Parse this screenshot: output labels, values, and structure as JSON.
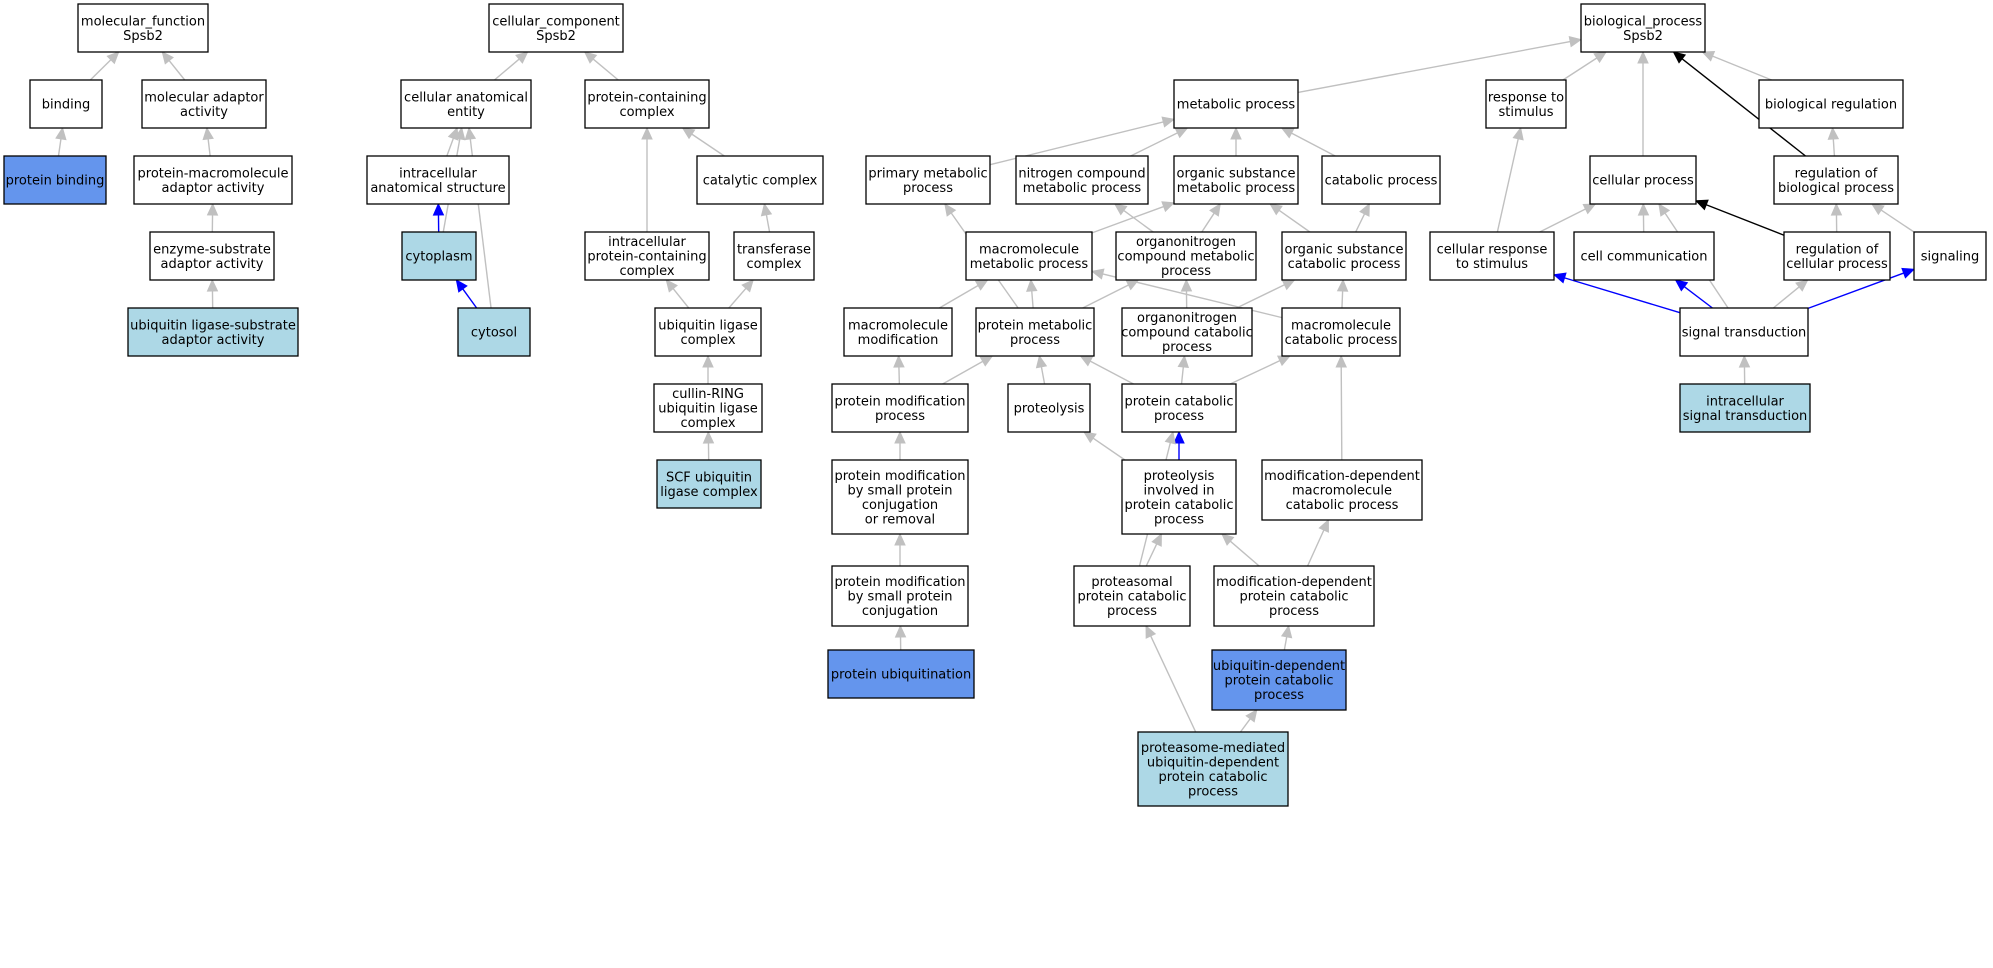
{
  "colors": {
    "default_fill": "#ffffff",
    "light_fill": "#add8e6",
    "dark_fill": "#6495ed",
    "edge_gray": "#c0c0c0",
    "edge_blue": "#0000ff",
    "edge_black": "#000000"
  },
  "nodes": [
    {
      "id": "mf",
      "lines": [
        "molecular_function",
        "Spsb2"
      ],
      "fill": "default"
    },
    {
      "id": "binding",
      "lines": [
        "binding"
      ],
      "fill": "default"
    },
    {
      "id": "mol_adaptor",
      "lines": [
        "molecular adaptor",
        "activity"
      ],
      "fill": "default"
    },
    {
      "id": "protein_binding",
      "lines": [
        "protein binding"
      ],
      "fill": "dark"
    },
    {
      "id": "pm_adaptor",
      "lines": [
        "protein-macromolecule",
        "adaptor activity"
      ],
      "fill": "default"
    },
    {
      "id": "es_adaptor",
      "lines": [
        "enzyme-substrate",
        "adaptor activity"
      ],
      "fill": "default"
    },
    {
      "id": "ul_sub_adaptor",
      "lines": [
        "ubiquitin ligase-substrate",
        "adaptor activity"
      ],
      "fill": "light"
    },
    {
      "id": "cc",
      "lines": [
        "cellular_component",
        "Spsb2"
      ],
      "fill": "default"
    },
    {
      "id": "cae",
      "lines": [
        "cellular anatomical",
        "entity"
      ],
      "fill": "default"
    },
    {
      "id": "pcc",
      "lines": [
        "protein-containing",
        "complex"
      ],
      "fill": "default"
    },
    {
      "id": "ias",
      "lines": [
        "intracellular",
        "anatomical structure"
      ],
      "fill": "default"
    },
    {
      "id": "cytoplasm",
      "lines": [
        "cytoplasm"
      ],
      "fill": "light"
    },
    {
      "id": "cytosol",
      "lines": [
        "cytosol"
      ],
      "fill": "light"
    },
    {
      "id": "catalytic",
      "lines": [
        "catalytic complex"
      ],
      "fill": "default"
    },
    {
      "id": "ipcc",
      "lines": [
        "intracellular",
        "protein-containing",
        "complex"
      ],
      "fill": "default"
    },
    {
      "id": "transferase",
      "lines": [
        "transferase",
        "complex"
      ],
      "fill": "default"
    },
    {
      "id": "ulc",
      "lines": [
        "ubiquitin ligase",
        "complex"
      ],
      "fill": "default"
    },
    {
      "id": "crl",
      "lines": [
        "cullin-RING",
        "ubiquitin ligase",
        "complex"
      ],
      "fill": "default"
    },
    {
      "id": "scf",
      "lines": [
        "SCF ubiquitin",
        "ligase complex"
      ],
      "fill": "light"
    },
    {
      "id": "bp",
      "lines": [
        "biological_process",
        "Spsb2"
      ],
      "fill": "default"
    },
    {
      "id": "metabolic",
      "lines": [
        "metabolic process"
      ],
      "fill": "default"
    },
    {
      "id": "resp_stim",
      "lines": [
        "response to",
        "stimulus"
      ],
      "fill": "default"
    },
    {
      "id": "bio_reg",
      "lines": [
        "biological regulation"
      ],
      "fill": "default"
    },
    {
      "id": "primary_met",
      "lines": [
        "primary metabolic",
        "process"
      ],
      "fill": "default"
    },
    {
      "id": "nitrogen_met",
      "lines": [
        "nitrogen compound",
        "metabolic process"
      ],
      "fill": "default"
    },
    {
      "id": "org_sub_met",
      "lines": [
        "organic substance",
        "metabolic process"
      ],
      "fill": "default"
    },
    {
      "id": "catabolic",
      "lines": [
        "catabolic process"
      ],
      "fill": "default"
    },
    {
      "id": "cellular_proc",
      "lines": [
        "cellular process"
      ],
      "fill": "default"
    },
    {
      "id": "reg_bio",
      "lines": [
        "regulation of",
        "biological process"
      ],
      "fill": "default"
    },
    {
      "id": "macro_met",
      "lines": [
        "macromolecule",
        "metabolic process"
      ],
      "fill": "default"
    },
    {
      "id": "orgnit_met",
      "lines": [
        "organonitrogen",
        "compound metabolic",
        "process"
      ],
      "fill": "default"
    },
    {
      "id": "org_sub_cat",
      "lines": [
        "organic substance",
        "catabolic process"
      ],
      "fill": "default"
    },
    {
      "id": "cell_resp",
      "lines": [
        "cellular response",
        "to stimulus"
      ],
      "fill": "default"
    },
    {
      "id": "cell_comm",
      "lines": [
        "cell communication"
      ],
      "fill": "default"
    },
    {
      "id": "reg_cell",
      "lines": [
        "regulation of",
        "cellular process"
      ],
      "fill": "default"
    },
    {
      "id": "signaling",
      "lines": [
        "signaling"
      ],
      "fill": "default"
    },
    {
      "id": "macro_mod",
      "lines": [
        "macromolecule",
        "modification"
      ],
      "fill": "default"
    },
    {
      "id": "prot_met",
      "lines": [
        "protein metabolic",
        "process"
      ],
      "fill": "default"
    },
    {
      "id": "orgnit_cat",
      "lines": [
        "organonitrogen",
        "compound catabolic",
        "process"
      ],
      "fill": "default"
    },
    {
      "id": "macro_cat",
      "lines": [
        "macromolecule",
        "catabolic process"
      ],
      "fill": "default"
    },
    {
      "id": "sig_trans",
      "lines": [
        "signal transduction"
      ],
      "fill": "default"
    },
    {
      "id": "prot_mod",
      "lines": [
        "protein modification",
        "process"
      ],
      "fill": "default"
    },
    {
      "id": "proteolysis",
      "lines": [
        "proteolysis"
      ],
      "fill": "default"
    },
    {
      "id": "prot_cat",
      "lines": [
        "protein catabolic",
        "process"
      ],
      "fill": "default"
    },
    {
      "id": "intra_sig",
      "lines": [
        "intracellular",
        "signal transduction"
      ],
      "fill": "light"
    },
    {
      "id": "pm_small_rem",
      "lines": [
        "protein modification",
        "by small protein",
        "conjugation",
        "or removal"
      ],
      "fill": "default"
    },
    {
      "id": "proteolysis_cat",
      "lines": [
        "proteolysis",
        "involved in",
        "protein catabolic",
        "process"
      ],
      "fill": "default"
    },
    {
      "id": "moddep_macro",
      "lines": [
        "modification-dependent",
        "macromolecule",
        "catabolic process"
      ],
      "fill": "default"
    },
    {
      "id": "pm_small",
      "lines": [
        "protein modification",
        "by small protein",
        "conjugation"
      ],
      "fill": "default"
    },
    {
      "id": "proteasomal",
      "lines": [
        "proteasomal",
        "protein catabolic",
        "process"
      ],
      "fill": "default"
    },
    {
      "id": "moddep_prot",
      "lines": [
        "modification-dependent",
        "protein catabolic",
        "process"
      ],
      "fill": "default"
    },
    {
      "id": "prot_ubiq",
      "lines": [
        "protein ubiquitination"
      ],
      "fill": "dark"
    },
    {
      "id": "ubdep",
      "lines": [
        "ubiquitin-dependent",
        "protein catabolic",
        "process"
      ],
      "fill": "dark"
    },
    {
      "id": "proteasome_med",
      "lines": [
        "proteasome-mediated",
        "ubiquitin-dependent",
        "protein catabolic",
        "process"
      ],
      "fill": "light"
    }
  ],
  "edges": [
    {
      "from": "binding",
      "to": "mf",
      "color": "gray"
    },
    {
      "from": "mol_adaptor",
      "to": "mf",
      "color": "gray"
    },
    {
      "from": "protein_binding",
      "to": "binding",
      "color": "gray"
    },
    {
      "from": "pm_adaptor",
      "to": "mol_adaptor",
      "color": "gray"
    },
    {
      "from": "es_adaptor",
      "to": "pm_adaptor",
      "color": "gray"
    },
    {
      "from": "ul_sub_adaptor",
      "to": "es_adaptor",
      "color": "gray"
    },
    {
      "from": "cae",
      "to": "cc",
      "color": "gray"
    },
    {
      "from": "pcc",
      "to": "cc",
      "color": "gray"
    },
    {
      "from": "ias",
      "to": "cae",
      "color": "gray"
    },
    {
      "from": "cytoplasm",
      "to": "cae",
      "color": "gray"
    },
    {
      "from": "cytosol",
      "to": "cae",
      "color": "gray"
    },
    {
      "from": "cytoplasm",
      "to": "ias",
      "color": "blue"
    },
    {
      "from": "cytosol",
      "to": "cytoplasm",
      "color": "blue"
    },
    {
      "from": "catalytic",
      "to": "pcc",
      "color": "gray"
    },
    {
      "from": "ipcc",
      "to": "pcc",
      "color": "gray"
    },
    {
      "from": "transferase",
      "to": "catalytic",
      "color": "gray"
    },
    {
      "from": "ulc",
      "to": "ipcc",
      "color": "gray"
    },
    {
      "from": "ulc",
      "to": "transferase",
      "color": "gray"
    },
    {
      "from": "crl",
      "to": "ulc",
      "color": "gray"
    },
    {
      "from": "scf",
      "to": "crl",
      "color": "gray"
    },
    {
      "from": "metabolic",
      "to": "bp",
      "color": "gray"
    },
    {
      "from": "resp_stim",
      "to": "bp",
      "color": "gray"
    },
    {
      "from": "cellular_proc",
      "to": "bp",
      "color": "gray"
    },
    {
      "from": "bio_reg",
      "to": "bp",
      "color": "gray"
    },
    {
      "from": "reg_bio",
      "to": "bp",
      "color": "black"
    },
    {
      "from": "primary_met",
      "to": "metabolic",
      "color": "gray"
    },
    {
      "from": "nitrogen_met",
      "to": "metabolic",
      "color": "gray"
    },
    {
      "from": "org_sub_met",
      "to": "metabolic",
      "color": "gray"
    },
    {
      "from": "catabolic",
      "to": "metabolic",
      "color": "gray"
    },
    {
      "from": "reg_bio",
      "to": "bio_reg",
      "color": "gray"
    },
    {
      "from": "macro_met",
      "to": "org_sub_met",
      "color": "gray"
    },
    {
      "from": "orgnit_met",
      "to": "nitrogen_met",
      "color": "gray"
    },
    {
      "from": "orgnit_met",
      "to": "org_sub_met",
      "color": "gray"
    },
    {
      "from": "org_sub_cat",
      "to": "org_sub_met",
      "color": "gray"
    },
    {
      "from": "org_sub_cat",
      "to": "catabolic",
      "color": "gray"
    },
    {
      "from": "cell_resp",
      "to": "resp_stim",
      "color": "gray"
    },
    {
      "from": "cell_resp",
      "to": "cellular_proc",
      "color": "gray"
    },
    {
      "from": "cell_comm",
      "to": "cellular_proc",
      "color": "gray"
    },
    {
      "from": "reg_cell",
      "to": "cellular_proc",
      "color": "black"
    },
    {
      "from": "reg_cell",
      "to": "reg_bio",
      "color": "gray"
    },
    {
      "from": "signaling",
      "to": "reg_bio",
      "color": "gray"
    },
    {
      "from": "macro_mod",
      "to": "macro_met",
      "color": "gray"
    },
    {
      "from": "prot_met",
      "to": "primary_met",
      "color": "gray"
    },
    {
      "from": "prot_met",
      "to": "macro_met",
      "color": "gray"
    },
    {
      "from": "prot_met",
      "to": "orgnit_met",
      "color": "gray"
    },
    {
      "from": "orgnit_cat",
      "to": "orgnit_met",
      "color": "gray"
    },
    {
      "from": "orgnit_cat",
      "to": "org_sub_cat",
      "color": "gray"
    },
    {
      "from": "macro_cat",
      "to": "macro_met",
      "color": "gray"
    },
    {
      "from": "macro_cat",
      "to": "org_sub_cat",
      "color": "gray"
    },
    {
      "from": "sig_trans",
      "to": "cell_resp",
      "color": "blue"
    },
    {
      "from": "sig_trans",
      "to": "cell_comm",
      "color": "blue"
    },
    {
      "from": "sig_trans",
      "to": "signaling",
      "color": "blue"
    },
    {
      "from": "sig_trans",
      "to": "cellular_proc",
      "color": "gray"
    },
    {
      "from": "sig_trans",
      "to": "reg_cell",
      "color": "gray"
    },
    {
      "from": "prot_mod",
      "to": "macro_mod",
      "color": "gray"
    },
    {
      "from": "prot_mod",
      "to": "prot_met",
      "color": "gray"
    },
    {
      "from": "proteolysis",
      "to": "prot_met",
      "color": "gray"
    },
    {
      "from": "prot_cat",
      "to": "prot_met",
      "color": "gray"
    },
    {
      "from": "prot_cat",
      "to": "orgnit_cat",
      "color": "gray"
    },
    {
      "from": "prot_cat",
      "to": "macro_cat",
      "color": "gray"
    },
    {
      "from": "intra_sig",
      "to": "sig_trans",
      "color": "gray"
    },
    {
      "from": "pm_small_rem",
      "to": "prot_mod",
      "color": "gray"
    },
    {
      "from": "proteolysis_cat",
      "to": "proteolysis",
      "color": "gray"
    },
    {
      "from": "proteolysis_cat",
      "to": "prot_cat",
      "color": "blue"
    },
    {
      "from": "moddep_macro",
      "to": "macro_cat",
      "color": "gray"
    },
    {
      "from": "pm_small",
      "to": "pm_small_rem",
      "color": "gray"
    },
    {
      "from": "proteasomal",
      "to": "proteolysis_cat",
      "color": "gray"
    },
    {
      "from": "proteasomal",
      "to": "prot_cat",
      "color": "gray"
    },
    {
      "from": "moddep_prot",
      "to": "proteolysis_cat",
      "color": "gray"
    },
    {
      "from": "moddep_prot",
      "to": "moddep_macro",
      "color": "gray"
    },
    {
      "from": "prot_ubiq",
      "to": "pm_small",
      "color": "gray"
    },
    {
      "from": "ubdep",
      "to": "moddep_prot",
      "color": "gray"
    },
    {
      "from": "proteasome_med",
      "to": "proteasomal",
      "color": "gray"
    },
    {
      "from": "proteasome_med",
      "to": "ubdep",
      "color": "gray"
    }
  ]
}
